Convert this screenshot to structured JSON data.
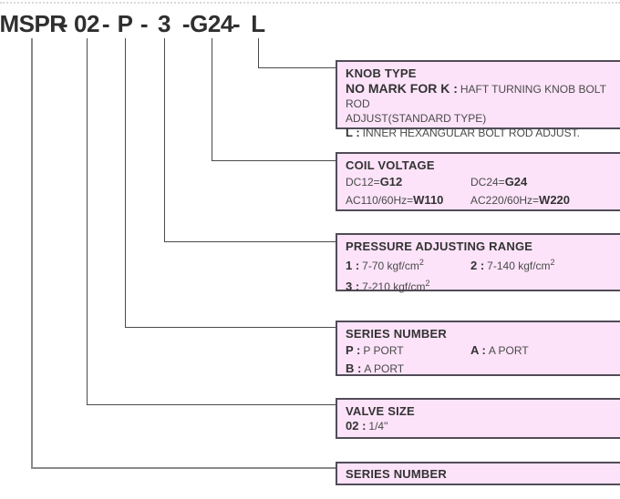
{
  "code": {
    "segments": [
      "MSPR",
      "02",
      "P",
      "3",
      "G24",
      "L"
    ],
    "separator": "-"
  },
  "boxes": {
    "knob_type": {
      "title": "KNOB TYPE",
      "line1_key": "NO MARK FOR K :",
      "line1_text": "HAFT TURNING KNOB BOLT ROD",
      "line2_text": "ADJUST(STANDARD TYPE)",
      "line3_key": "L :",
      "line3_text": "INNER HEXANGULAR BOLT ROD ADJUST."
    },
    "coil_voltage": {
      "title": "COIL VOLTAGE",
      "entries": [
        {
          "label": "DC12=",
          "value": "G12"
        },
        {
          "label": "DC24=",
          "value": "G24"
        },
        {
          "label": "AC110/60Hz=",
          "value": "W110"
        },
        {
          "label": "AC220/60Hz=",
          "value": "W220"
        }
      ]
    },
    "pressure_range": {
      "title": "PRESSURE ADJUSTING RANGE",
      "entries": [
        {
          "key": "1 :",
          "value": "7-70 kgf/cm",
          "sup": "2"
        },
        {
          "key": "2 :",
          "value": "7-140 kgf/cm",
          "sup": "2"
        },
        {
          "key": "3 :",
          "value": "7-210 kgf/cm",
          "sup": "2"
        }
      ]
    },
    "series_number_port": {
      "title": "SERIES NUMBER",
      "entries": [
        {
          "key": "P :",
          "value": "P PORT"
        },
        {
          "key": "A :",
          "value": "A PORT"
        },
        {
          "key": "B :",
          "value": "A PORT"
        }
      ]
    },
    "valve_size": {
      "title": "VALVE SIZE",
      "entries": [
        {
          "key": "02 :",
          "value": "1/4\""
        }
      ]
    },
    "series_number": {
      "title": "SERIES NUMBER"
    }
  },
  "colors": {
    "box_fill": "#fce3f9",
    "box_border": "#514c58",
    "connector": "#4a4a4a",
    "connector_light": "#8a8a8a",
    "text": "#333333",
    "dotted_rule": "#d9d9d9"
  }
}
